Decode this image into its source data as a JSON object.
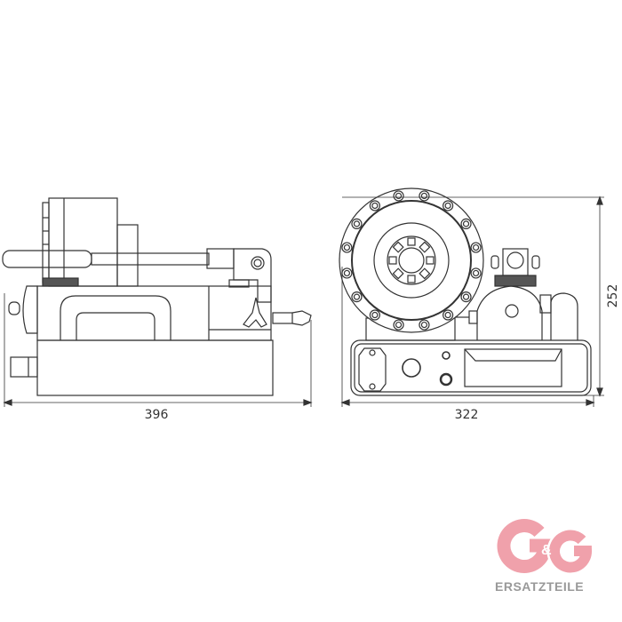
{
  "drawing": {
    "side_view": {
      "width_label": "396"
    },
    "front_view": {
      "width_label": "322",
      "height_label": "252",
      "bolt_count": 16
    }
  },
  "logo": {
    "mark": "G&G",
    "letter": "G",
    "amp": "&",
    "subtitle": "ERSATZTEILE",
    "color": "#f0a1ab",
    "subtitle_color": "#999999"
  },
  "colors": {
    "line": "#333333"
  }
}
